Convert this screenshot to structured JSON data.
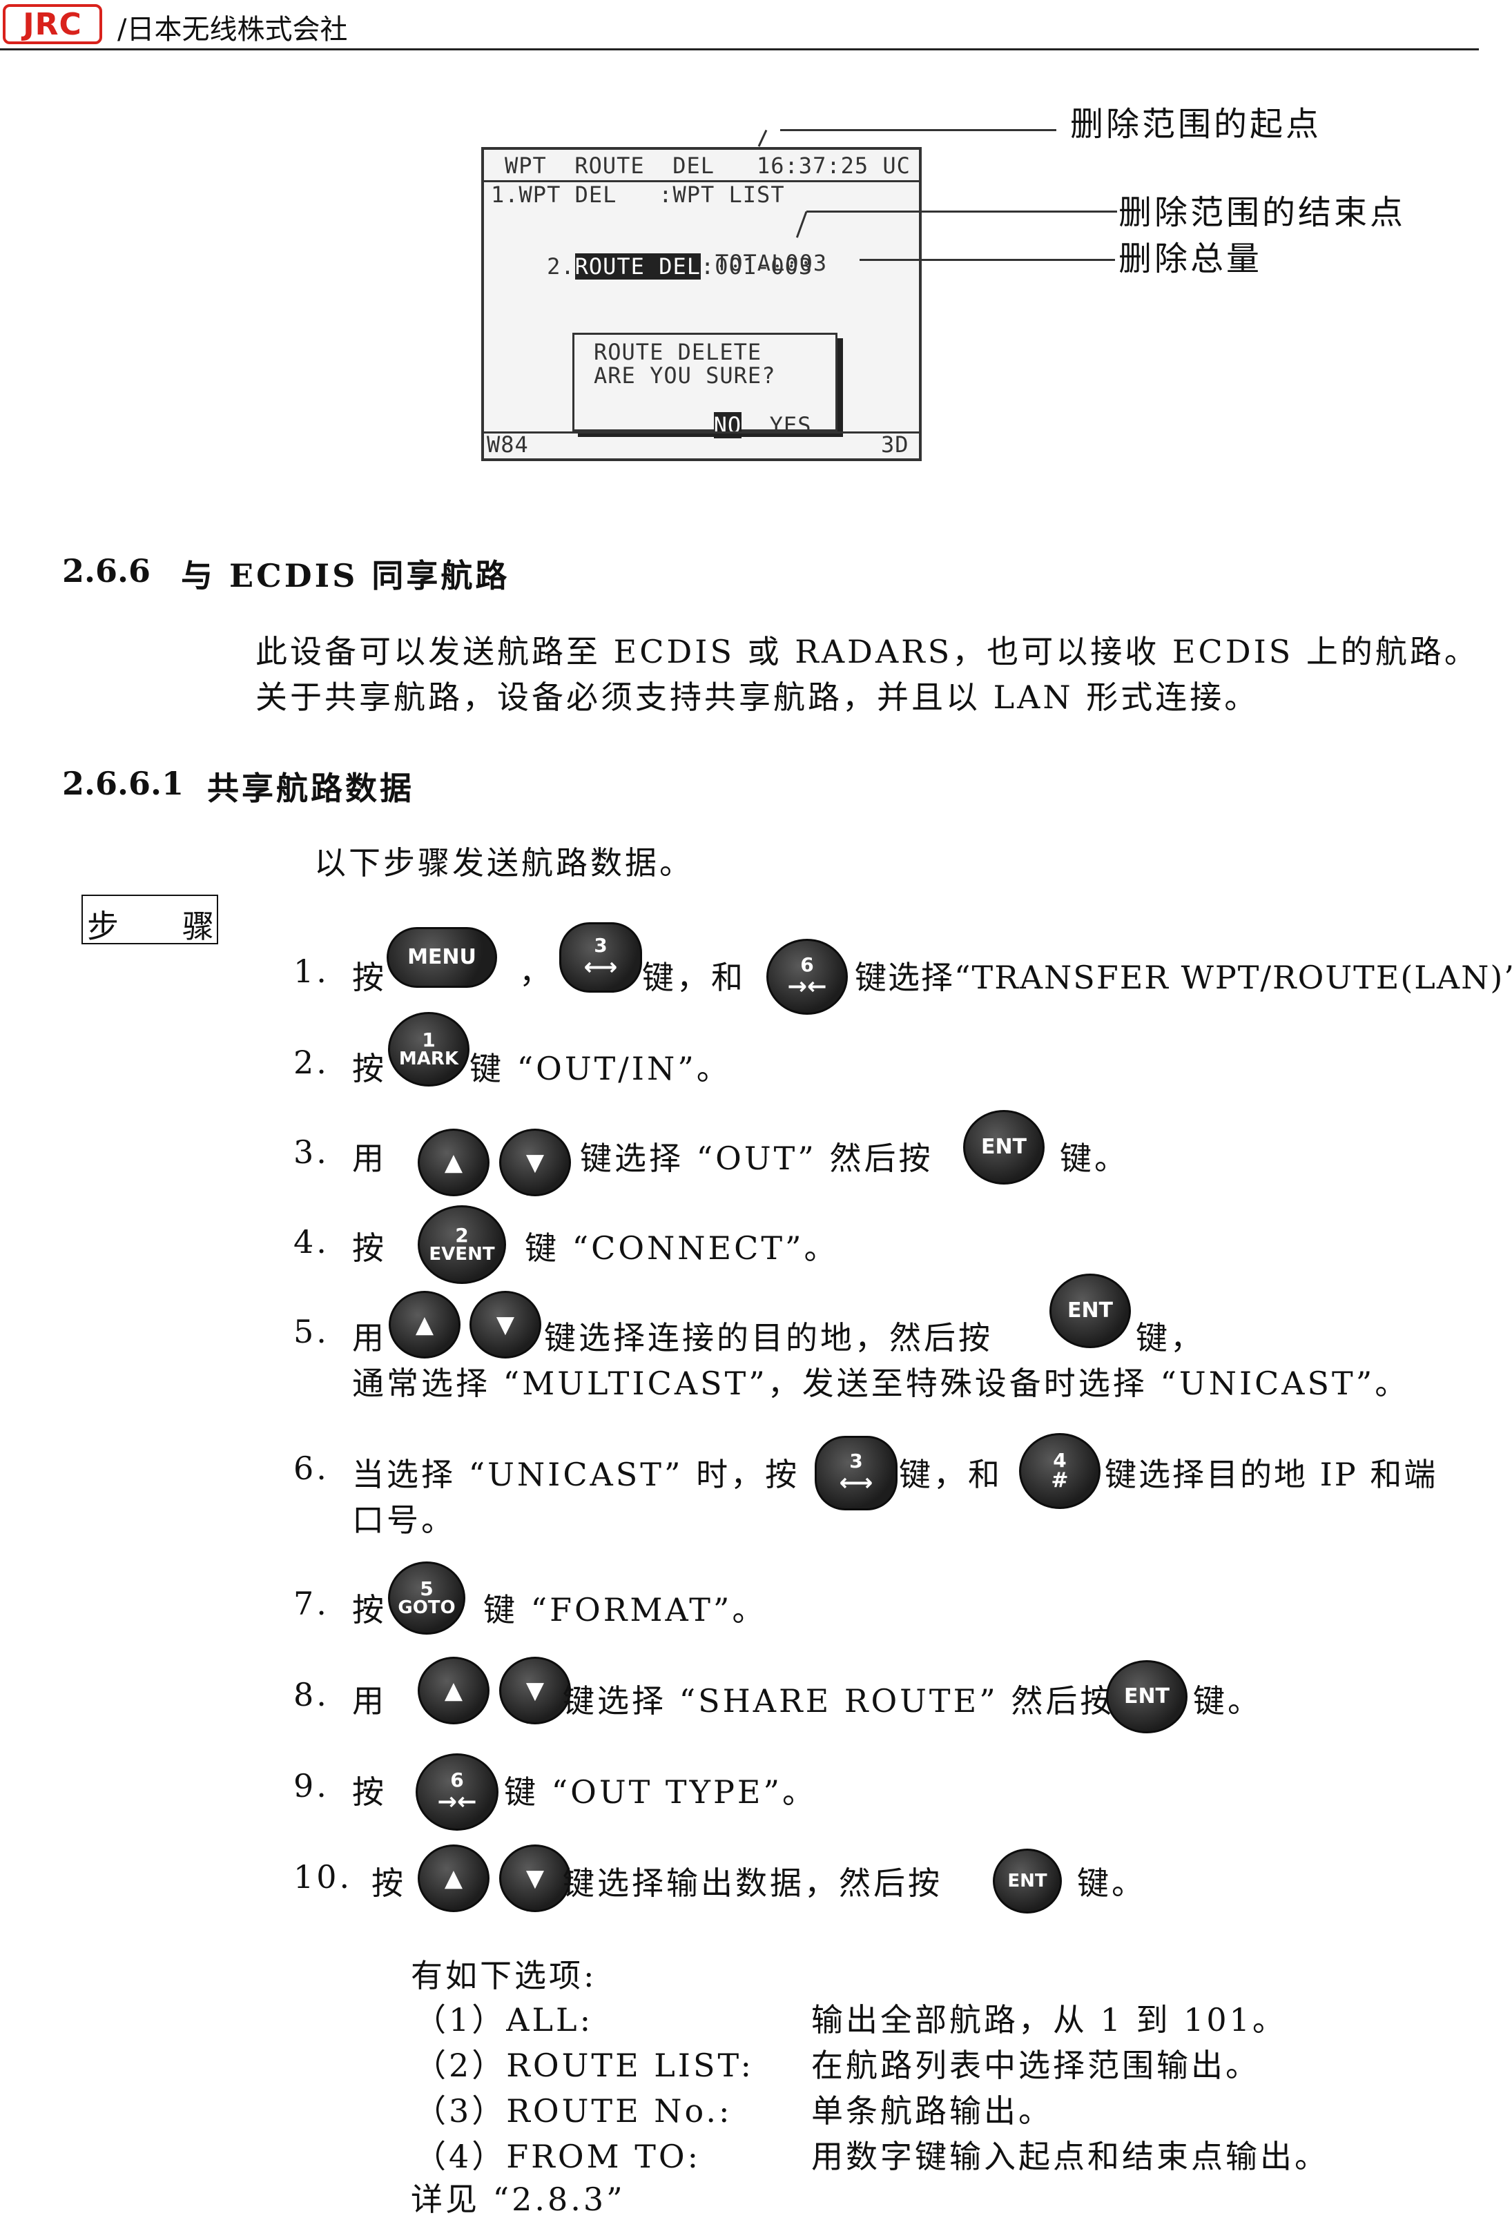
{
  "header": {
    "logo": "JRC",
    "company": "/日本无线株式会社"
  },
  "screen": {
    "title": "WPT  ROUTE  DEL",
    "clock": "16:37:25 UC",
    "line1": "1.WPT DEL   :WPT LIST",
    "line2_prefix": "2.",
    "line2_highlight": "ROUTE DEL",
    "line2_value": ":001-003",
    "total": "TOTAL003",
    "dialog_line1": "ROUTE DELETE",
    "dialog_line2": "ARE YOU SURE?",
    "dialog_no": "NO",
    "dialog_yes": "YES",
    "footer_left": "W84",
    "footer_right": "3D"
  },
  "annotations": {
    "start": "删除范围的起点",
    "end": "删除范围的结束点",
    "total": "删除总量"
  },
  "section": {
    "number": "2.6.6",
    "title": "与 ECDIS 同享航路",
    "para1": "此设备可以发送航路至 ECDIS 或 RADARS，也可以接收 ECDIS 上的航路。",
    "para2": "关于共享航路，设备必须支持共享航路，并且以 LAN 形式连接。"
  },
  "subsection": {
    "number": "2.6.6.1",
    "title": "共享航路数据",
    "intro": "以下步骤发送航路数据。",
    "steps_box": "步　　骤"
  },
  "keys": {
    "menu": "MENU",
    "mark": "MARK",
    "ent": "ENT",
    "event": "EVENT",
    "goto": "GOTO",
    "n1": "1",
    "n2": "2",
    "n3": "3",
    "n4": "4",
    "n5": "5",
    "n6": "6",
    "hash": "#",
    "up": "▲",
    "down": "▼",
    "lr_arrow": "⟷",
    "in_arrow": "→←"
  },
  "steps": {
    "s1": {
      "num": "1.",
      "a": "按",
      "comma": "，",
      "b": "键，和",
      "c": "键选择“TRANSFER WPT/ROUTE(LAN)”。"
    },
    "s2": {
      "num": "2.",
      "a": "按",
      "b": "键 “OUT/IN”。"
    },
    "s3": {
      "num": "3.",
      "a": "用",
      "b": "键选择 “OUT” 然后按",
      "c": "键。"
    },
    "s4": {
      "num": "4.",
      "a": "按",
      "b": "键 “CONNECT”。"
    },
    "s5": {
      "num": "5.",
      "a": "用",
      "b": "键选择连接的目的地，然后按",
      "c": "键，",
      "line2": "通常选择 “MULTICAST”，发送至特殊设备时选择 “UNICAST”。"
    },
    "s6": {
      "num": "6.",
      "a": "当选择 “UNICAST” 时，按",
      "b": "键，和",
      "c": "键选择目的地 IP 和端",
      "line2": "口号。"
    },
    "s7": {
      "num": "7.",
      "a": "按",
      "b": "键 “FORMAT”。"
    },
    "s8": {
      "num": "8.",
      "a": "用",
      "b": "键选择 “SHARE ROUTE” 然后按",
      "c": "键。"
    },
    "s9": {
      "num": "9.",
      "a": "按",
      "b": "键 “OUT TYPE”。"
    },
    "s10": {
      "num": "10.",
      "a": "按",
      "b": "键选择输出数据，然后按",
      "c": "键。"
    }
  },
  "options": {
    "heading": "有如下选项:",
    "items": [
      {
        "label": "（1）ALL:",
        "desc": "输出全部航路，从 1 到 101。"
      },
      {
        "label": "（2）ROUTE LIST:",
        "desc": "在航路列表中选择范围输出。"
      },
      {
        "label": "（3）ROUTE No.:",
        "desc": "单条航路输出。"
      },
      {
        "label": "（4）FROM TO:",
        "desc": "用数字键输入起点和结束点输出。"
      }
    ],
    "see": "详见 “2.8.3”"
  }
}
